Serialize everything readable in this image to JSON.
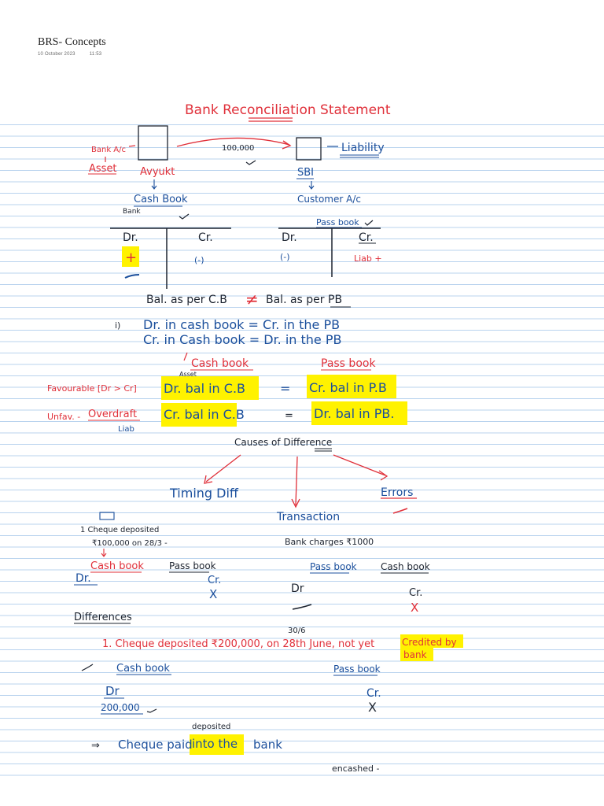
{
  "page": {
    "title": "BRS- Concepts",
    "date": "10 October 2023",
    "time": "11:53"
  },
  "notes": {
    "heading": "Bank Reconciliation Statement",
    "bank_ac": "Bank A/c",
    "asset": "Asset",
    "amount_100000": "100,000",
    "liability": "Liability",
    "avyukt": "Avyukt",
    "sbi": "SBI",
    "cash_book_1": "Cash Book",
    "bank": "Bank",
    "customer_ac": "Customer A/c",
    "pass_book_1": "Pass book",
    "dr_1": "Dr.",
    "cr_1": "Cr.",
    "dr_2": "Dr.",
    "cr_2": "Cr.",
    "plus": "+",
    "minus_1": "(-)",
    "minus_2": "(-)",
    "liab_plus": "Liab +",
    "bal_left": "Bal. as per C.B",
    "not_equal": "≠",
    "bal_right": "Bal. as per PB",
    "rule_marker": "i)",
    "rule1": "Dr. in cash book = Cr. in the PB",
    "rule2": "Cr. in Cash book = Dr. in the PB",
    "cash_book_2": "Cash book",
    "pass_book_2": "Pass book",
    "asset_small": "Asset",
    "favourable": "Favourable [Dr > Cr]",
    "dr_bal_cb": "Dr. bal in C.B",
    "eq1": "=",
    "cr_bal_pb": "Cr. bal in P.B",
    "unfav": "Unfav. -",
    "overdraft": "Overdraft",
    "liab": "Liab",
    "cr_bal_cb": "Cr. bal in C.B",
    "eq2": "=",
    "dr_bal_pb": "Dr. bal in PB.",
    "causes": "Causes of Difference",
    "timing_diff": "Timing Diff",
    "transaction": "Transaction",
    "errors": "Errors",
    "cheque_dep": "1 Cheque deposited",
    "cheque_amt": "₹100,000 on 28/3 -",
    "bank_charges": "Bank charges ₹1000",
    "cash_book_3": "Cash book",
    "pass_book_3": "Pass book",
    "pass_book_4": "Pass book",
    "cash_book_4": "Cash book",
    "dr_3": "Dr.",
    "cr_3": "Cr.",
    "x_1": "X",
    "dr_4": "Dr",
    "cr_4": "Cr.",
    "x_2": "X",
    "differences": "Differences",
    "date_306": "30/6",
    "point1": "1. Cheque deposited ₹200,000, on 28th June, not yet",
    "credited_by": "Credited by",
    "bank_word": "bank",
    "cash_book_5": "Cash book",
    "pass_book_5": "Pass book",
    "dr_5": "Dr",
    "amt_200000": "200,000",
    "cr_5": "Cr.",
    "x_3": "X",
    "arrow_implies": "⇒",
    "deposited": "deposited",
    "cheque_paid": "Cheque paid",
    "into_the": "into the",
    "bank_end": "bank",
    "encashed": "encashed -"
  },
  "colors": {
    "red_ink": "#e0303a",
    "blue_ink": "#1b4f9c",
    "dark_ink": "#1d2430",
    "highlight": "#fff200",
    "rule_line": "#b9d3ee"
  }
}
